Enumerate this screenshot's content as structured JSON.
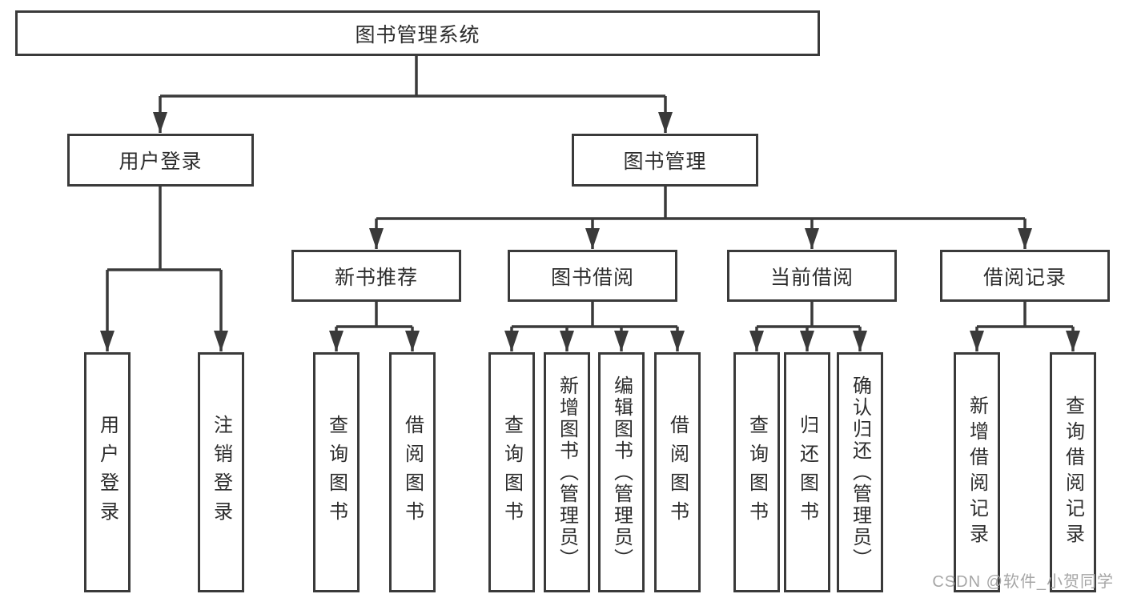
{
  "colors": {
    "line": "#3a3a3a",
    "text": "#2d2d2d",
    "wm": "#a6a6a6",
    "bg": "#ffffff"
  },
  "tree": {
    "label": "图书管理系统",
    "children": [
      {
        "label": "用户登录",
        "children": [
          {
            "label": "用户登录"
          },
          {
            "label": "注销登录"
          }
        ]
      },
      {
        "label": "图书管理",
        "children": [
          {
            "label": "新书推荐",
            "children": [
              {
                "label": "查询图书"
              },
              {
                "label": "借阅图书"
              }
            ]
          },
          {
            "label": "图书借阅",
            "children": [
              {
                "label": "查询图书"
              },
              {
                "label": "新增图书（管理员）"
              },
              {
                "label": "编辑图书（管理员）"
              },
              {
                "label": "借阅图书"
              }
            ]
          },
          {
            "label": "当前借阅",
            "children": [
              {
                "label": "查询图书"
              },
              {
                "label": "归还图书"
              },
              {
                "label": "确认归还（管理员）"
              }
            ]
          },
          {
            "label": "借阅记录",
            "children": [
              {
                "label": "新增借阅记录"
              },
              {
                "label": "查询借阅记录"
              }
            ]
          }
        ]
      }
    ]
  },
  "watermark": {
    "text": "CSDN @软件_小贺同学"
  }
}
